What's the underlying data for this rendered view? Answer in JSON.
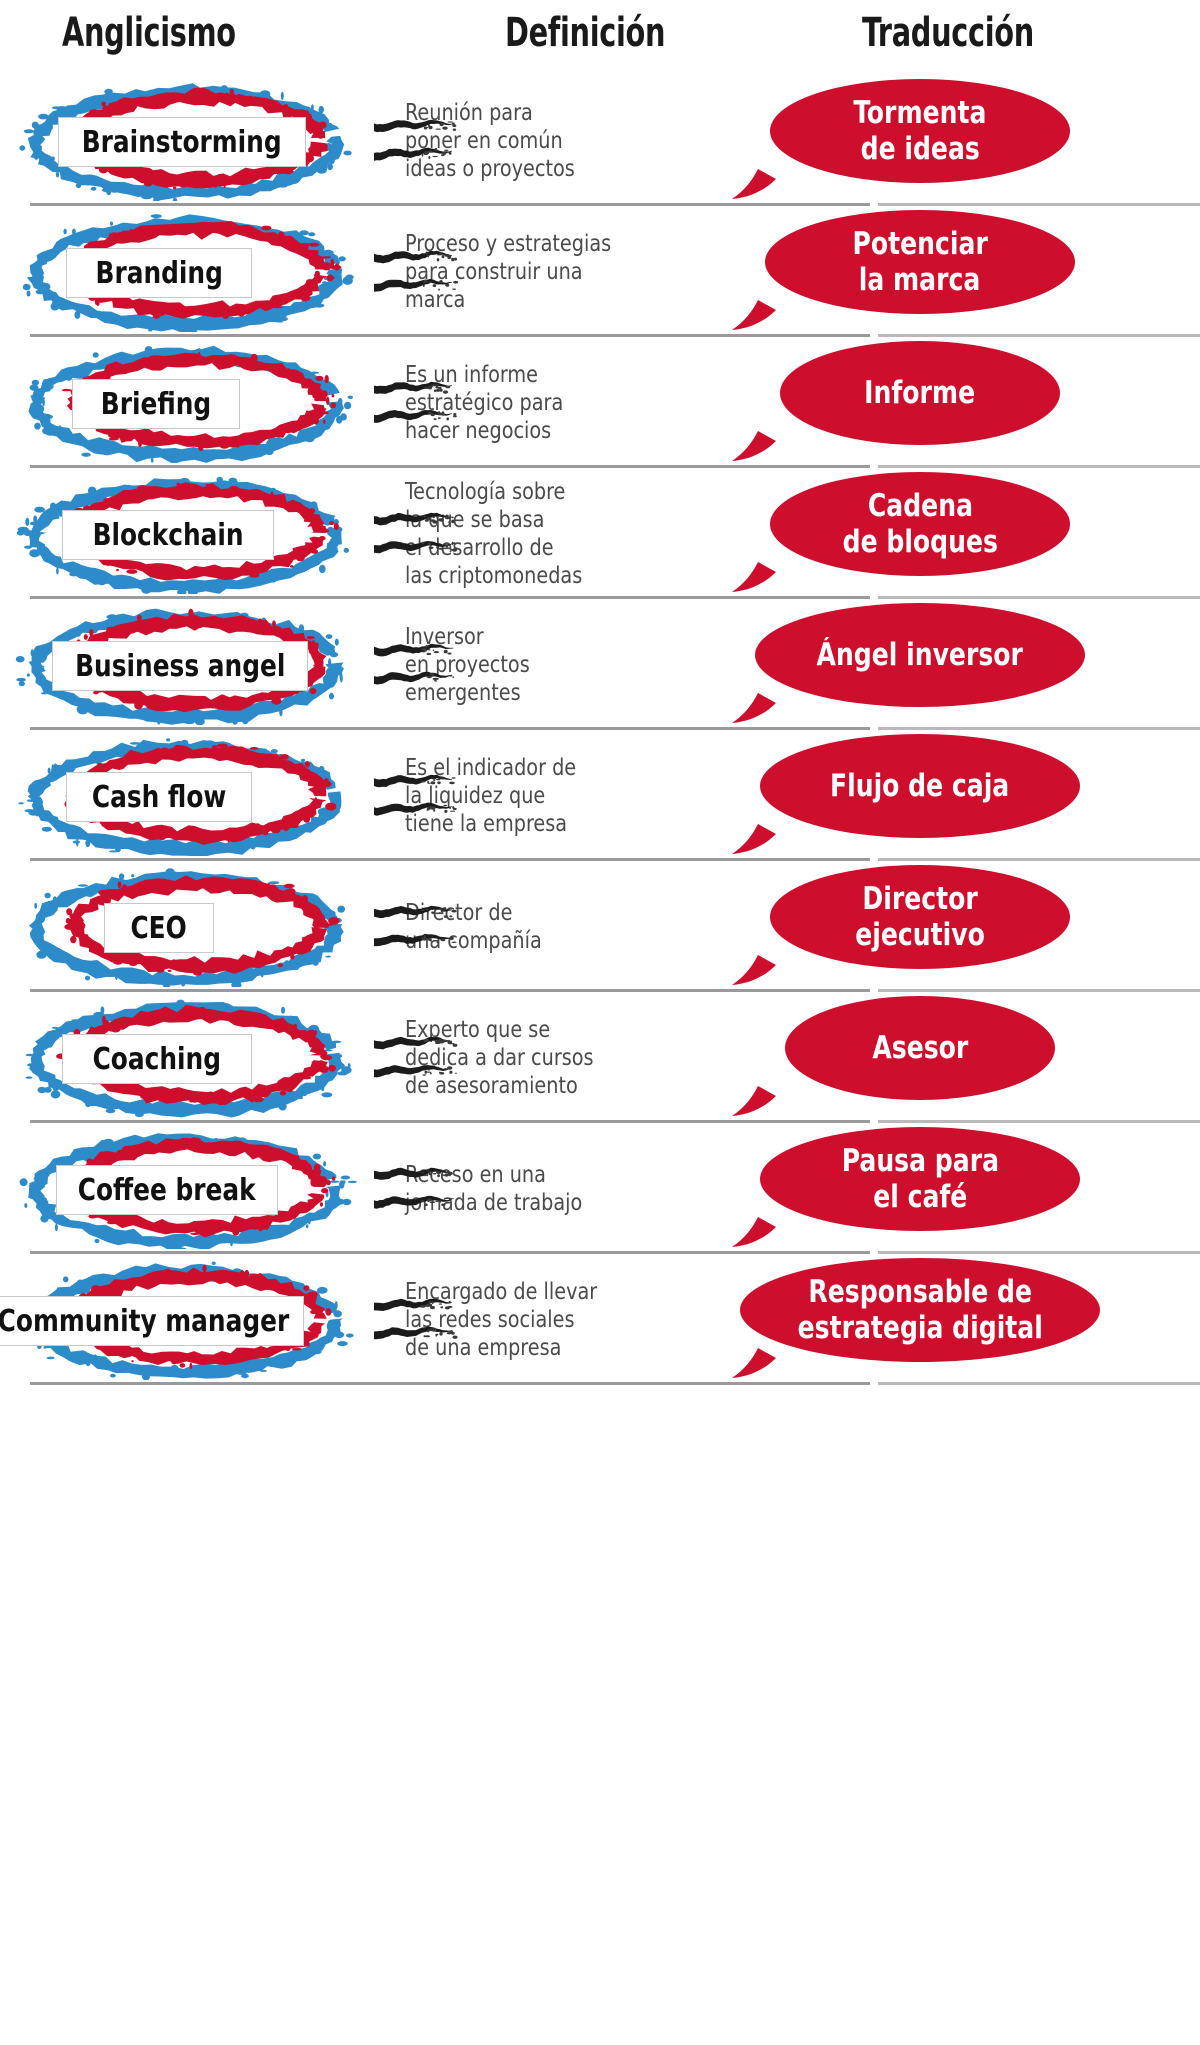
{
  "colors": {
    "red": "#CE0E2D",
    "blue": "#2E8BC9",
    "separator": "#9A9A9A",
    "definition_text": "#4A4A4A",
    "term_text": "#111111",
    "bubble_text": "#FFFFFF",
    "background": "#FFFFFF"
  },
  "headers": {
    "anglicismo": "Anglicismo",
    "definicion": "Definición",
    "traduccion": "Traducción"
  },
  "rows": [
    {
      "term": "Brainstorming",
      "definition_lines": [
        "Reunión para",
        "poner en común",
        "ideas o proyectos"
      ],
      "translation_lines": [
        "Tormenta",
        "de ideas"
      ]
    },
    {
      "term": "Branding",
      "definition_lines": [
        "Proceso y estrategias",
        "para construir una",
        "marca"
      ],
      "translation_lines": [
        "Potenciar",
        "la marca"
      ]
    },
    {
      "term": "Briefing",
      "definition_lines": [
        "Es un informe",
        "estratégico para",
        "hacer negocios"
      ],
      "translation_lines": [
        "Informe"
      ]
    },
    {
      "term": "Blockchain",
      "definition_lines": [
        "Tecnología sobre",
        "la que se basa",
        "el desarrollo de",
        "las criptomonedas"
      ],
      "translation_lines": [
        "Cadena",
        "de bloques"
      ]
    },
    {
      "term": "Business angel",
      "definition_lines": [
        "Inversor",
        "en proyectos",
        "emergentes"
      ],
      "translation_lines": [
        "Ángel inversor"
      ]
    },
    {
      "term": "Cash flow",
      "definition_lines": [
        "Es el indicador de",
        "la liquidez que",
        "tiene la empresa"
      ],
      "translation_lines": [
        "Flujo de caja"
      ]
    },
    {
      "term": "CEO",
      "definition_lines": [
        "Director de",
        "una compañía"
      ],
      "translation_lines": [
        "Director",
        "ejecutivo"
      ]
    },
    {
      "term": "Coaching",
      "definition_lines": [
        "Experto que se",
        "dedica a dar cursos",
        "de asesoramiento"
      ],
      "translation_lines": [
        "Asesor"
      ]
    },
    {
      "term": "Coffee break",
      "definition_lines": [
        "Receso en una",
        "jornada de trabajo"
      ],
      "translation_lines": [
        "Pausa para",
        "el café"
      ]
    },
    {
      "term": "Community manager",
      "definition_lines": [
        "Encargado de llevar",
        "las redes sociales",
        "de una empresa"
      ],
      "translation_lines": [
        "Responsable de",
        "estrategia digital"
      ]
    }
  ]
}
